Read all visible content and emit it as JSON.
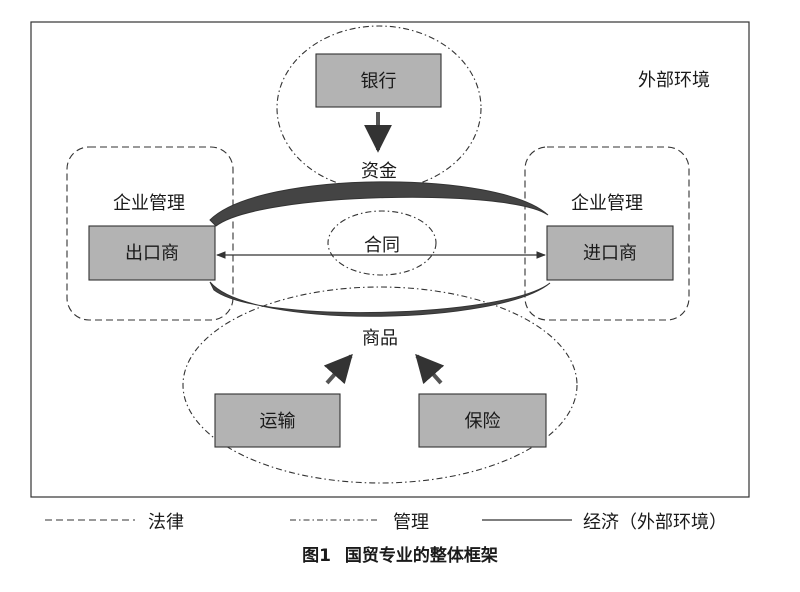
{
  "colors": {
    "box_fill": "#b3b3b3",
    "box_stroke": "#333333",
    "line": "#333333",
    "text": "#1a1a1a"
  },
  "diagram": {
    "outer_label": "外部环境",
    "nodes": {
      "bank": "银行",
      "exporter": "出口商",
      "importer": "进口商",
      "transport": "运输",
      "insurance": "保险"
    },
    "labels": {
      "funds": "资金",
      "contract": "合同",
      "goods": "商品",
      "mgmt_left": "企业管理",
      "mgmt_right": "企业管理"
    }
  },
  "legend": {
    "law": "法律",
    "management": "管理",
    "economy": "经济（外部环境）"
  },
  "caption": {
    "fig_no": "图1",
    "title": "国贸专业的整体框架"
  }
}
